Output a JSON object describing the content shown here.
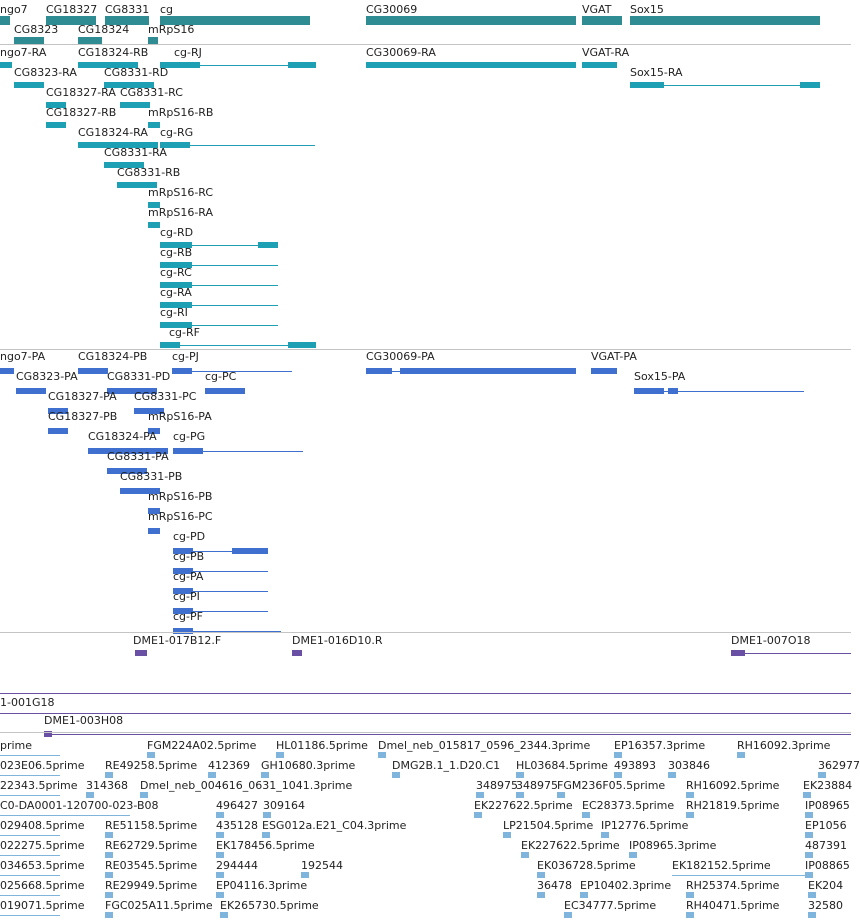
{
  "colors": {
    "gene": "#2e8c92",
    "transcript": "#1ea0b4",
    "protein": "#3f6fcf",
    "clone": "#6a50a4",
    "est": "#7fb5dc",
    "separator": "#c4c4c4"
  },
  "gene_track": {
    "labels": [
      {
        "text": "ngo7"
      },
      {
        "text": "CG18327"
      },
      {
        "text": "CG8331"
      },
      {
        "text": "cg"
      },
      {
        "text": "CG30069"
      },
      {
        "text": "VGAT"
      },
      {
        "text": "Sox15"
      },
      {
        "text": "CG8323"
      },
      {
        "text": "CG18324"
      },
      {
        "text": "mRpS16"
      }
    ]
  },
  "transcript_track": {
    "labels": [
      {
        "text": "ngo7-RA"
      },
      {
        "text": "CG18324-RB"
      },
      {
        "text": "cg-RJ"
      },
      {
        "text": "CG30069-RA"
      },
      {
        "text": "VGAT-RA"
      },
      {
        "text": "CG8323-RA"
      },
      {
        "text": "CG8331-RD"
      },
      {
        "text": "Sox15-RA"
      },
      {
        "text": "CG18327-RA"
      },
      {
        "text": "CG8331-RC"
      },
      {
        "text": "CG18327-RB"
      },
      {
        "text": "mRpS16-RB"
      },
      {
        "text": "CG18324-RA"
      },
      {
        "text": "cg-RG"
      },
      {
        "text": "CG8331-RA"
      },
      {
        "text": "CG8331-RB"
      },
      {
        "text": "mRpS16-RC"
      },
      {
        "text": "mRpS16-RA"
      },
      {
        "text": "cg-RD"
      },
      {
        "text": "cg-RB"
      },
      {
        "text": "cg-RC"
      },
      {
        "text": "cg-RA"
      },
      {
        "text": "cg-RI"
      },
      {
        "text": "cg-RF"
      }
    ]
  },
  "protein_track": {
    "labels": [
      {
        "text": "ngo7-PA"
      },
      {
        "text": "CG18324-PB"
      },
      {
        "text": "cg-PJ"
      },
      {
        "text": "CG30069-PA"
      },
      {
        "text": "VGAT-PA"
      },
      {
        "text": "CG8323-PA"
      },
      {
        "text": "CG8331-PD"
      },
      {
        "text": "cg-PC"
      },
      {
        "text": "Sox15-PA"
      },
      {
        "text": "CG18327-PA"
      },
      {
        "text": "CG8331-PC"
      },
      {
        "text": "CG18327-PB"
      },
      {
        "text": "mRpS16-PA"
      },
      {
        "text": "CG18324-PA"
      },
      {
        "text": "cg-PG"
      },
      {
        "text": "CG8331-PA"
      },
      {
        "text": "CG8331-PB"
      },
      {
        "text": "mRpS16-PB"
      },
      {
        "text": "mRpS16-PC"
      },
      {
        "text": "cg-PD"
      },
      {
        "text": "cg-PB"
      },
      {
        "text": "cg-PA"
      },
      {
        "text": "cg-PI"
      },
      {
        "text": "cg-PF"
      }
    ]
  },
  "clone_track": {
    "labels": [
      {
        "text": "DME1-017B12.F"
      },
      {
        "text": "DME1-016D10.R"
      },
      {
        "text": "DME1-007O18"
      },
      {
        "text": "1-001G18"
      },
      {
        "text": "DME1-003H08"
      }
    ]
  },
  "est_track": {
    "labels": [
      {
        "text": "prime"
      },
      {
        "text": "FGM224A02.5prime"
      },
      {
        "text": "HL01186.5prime"
      },
      {
        "text": "Dmel_neb_015817_0596_2344.3prime"
      },
      {
        "text": "EP16357.3prime"
      },
      {
        "text": "RH16092.3prime"
      },
      {
        "text": "023E06.5prime"
      },
      {
        "text": "RE49258.5prime"
      },
      {
        "text": "412369"
      },
      {
        "text": "GH10680.3prime"
      },
      {
        "text": "DMG2B.1_1.D20.C1"
      },
      {
        "text": "HL03684.5prime"
      },
      {
        "text": "493893"
      },
      {
        "text": "303846"
      },
      {
        "text": "362977"
      },
      {
        "text": "22343.5prime"
      },
      {
        "text": "314368"
      },
      {
        "text": "Dmel_neb_004616_0631_1041.3prime"
      },
      {
        "text": "348975"
      },
      {
        "text": "348975"
      },
      {
        "text": "FGM236F05.5prime"
      },
      {
        "text": "RH16092.5prime"
      },
      {
        "text": "EK23884"
      },
      {
        "text": "C0-DA0001-120700-023-B08"
      },
      {
        "text": "496427"
      },
      {
        "text": "309164"
      },
      {
        "text": "EK227622.5prime"
      },
      {
        "text": "EC28373.5prime"
      },
      {
        "text": "RH21819.5prime"
      },
      {
        "text": "IP08965"
      },
      {
        "text": "029408.5prime"
      },
      {
        "text": "RE51158.5prime"
      },
      {
        "text": "435128"
      },
      {
        "text": "ESG012a.E21_C04.3prime"
      },
      {
        "text": "LP21504.5prime"
      },
      {
        "text": "IP12776.5prime"
      },
      {
        "text": "EP1056"
      },
      {
        "text": "022275.5prime"
      },
      {
        "text": "RE62729.5prime"
      },
      {
        "text": "EK178456.5prime"
      },
      {
        "text": "EK227622.5prime"
      },
      {
        "text": "IP08965.3prime"
      },
      {
        "text": "487391"
      },
      {
        "text": "034653.5prime"
      },
      {
        "text": "RE03545.5prime"
      },
      {
        "text": "294444"
      },
      {
        "text": "192544"
      },
      {
        "text": "EK036728.5prime"
      },
      {
        "text": "EK182152.5prime"
      },
      {
        "text": "IP08865"
      },
      {
        "text": "025668.5prime"
      },
      {
        "text": "RE29949.5prime"
      },
      {
        "text": "EP04116.3prime"
      },
      {
        "text": "36478"
      },
      {
        "text": "EP10402.3prime"
      },
      {
        "text": "RH25374.5prime"
      },
      {
        "text": "EK204"
      },
      {
        "text": "019071.5prime"
      },
      {
        "text": "FGC025A11.5prime"
      },
      {
        "text": "EK265730.5prime"
      },
      {
        "text": "EC34777.5prime"
      },
      {
        "text": "RH40471.5prime"
      },
      {
        "text": "32580"
      }
    ]
  }
}
